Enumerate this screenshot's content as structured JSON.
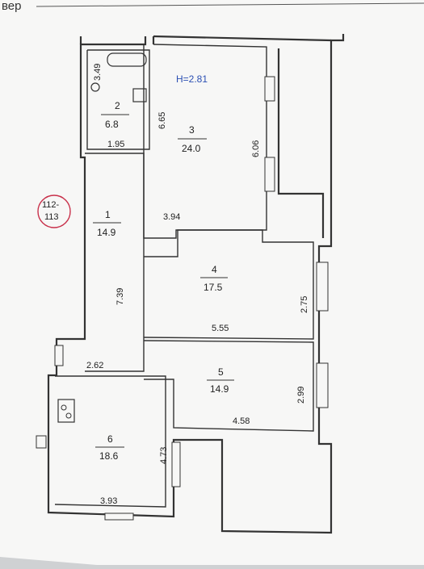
{
  "header": {
    "partial_text": "вер"
  },
  "ceiling_height": "H=2.81",
  "apartment_ref": {
    "top": "112-",
    "bottom": "113"
  },
  "rooms": [
    {
      "number": "1",
      "area": "14.9"
    },
    {
      "number": "2",
      "area": "6.8"
    },
    {
      "number": "3",
      "area": "24.0"
    },
    {
      "number": "4",
      "area": "17.5"
    },
    {
      "number": "5",
      "area": "14.9"
    },
    {
      "number": "6",
      "area": "18.6"
    }
  ],
  "dimensions": {
    "d_349": "3.49",
    "d_195": "1.95",
    "d_665": "6.65",
    "d_606": "6.06",
    "d_394": "3.94",
    "d_739": "7.39",
    "d_275": "2.75",
    "d_555": "5.55",
    "d_262": "2.62",
    "d_299": "2.99",
    "d_458": "4.58",
    "d_473": "4.73",
    "d_393": "3.93"
  },
  "colors": {
    "paper": "#f7f7f6",
    "ink": "#333333",
    "blue": "#2b4fb3",
    "circle": "#c8304a"
  }
}
